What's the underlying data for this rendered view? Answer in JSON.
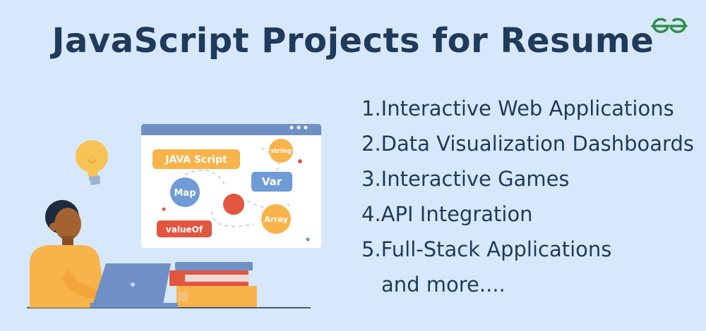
{
  "title": "JavaScript Projects for Resume",
  "brand": {
    "logo": "GfG"
  },
  "list": {
    "items": [
      "1.Interactive Web Applications",
      "2.Data Visualization Dashboards",
      "3.Interactive Games",
      "4.API Integration",
      "5.Full-Stack Applications"
    ],
    "more": "and more...."
  },
  "window_labels": {
    "javascript": "JAVA Script",
    "string": "string",
    "map": "Map",
    "var": "Var",
    "valueof": "valueOf",
    "array": "Array"
  },
  "colors": {
    "background": "#d7e8fc",
    "title": "#1f3a5a",
    "brand_green": "#2f8d46",
    "orange": "#f8b34a",
    "blue": "#6f9bd6",
    "red": "#e2553f"
  },
  "icons": [
    "lightbulb-icon",
    "laptop-icon",
    "books-icon"
  ]
}
